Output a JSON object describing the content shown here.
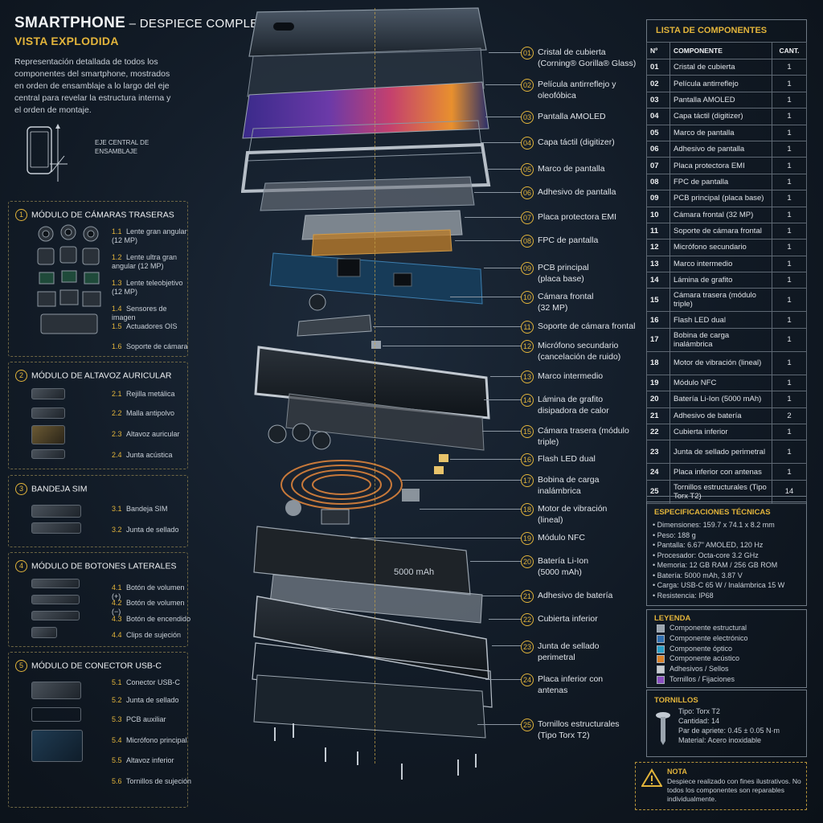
{
  "header": {
    "title_main": "SMARTPHONE",
    "title_rest": " – DESPIECE COMPLETO",
    "subtitle": "VISTA EXPLODIDA",
    "intro": "Representación detallada de todos los componentes del smartphone, mostrados en orden de ensamblaje a lo largo del eje central para revelar la estructura interna y el orden de montaje.",
    "axis_label": "EJE CENTRAL DE ENSAMBLAJE"
  },
  "modules": [
    {
      "num": "1",
      "title": "MÓDULO DE CÁMARAS TRASERAS",
      "items": [
        {
          "n": "1.1",
          "label": "Lente gran angular (12 MP)"
        },
        {
          "n": "1.2",
          "label": "Lente ultra gran angular (12 MP)"
        },
        {
          "n": "1.3",
          "label": "Lente teleobjetivo (12 MP)"
        },
        {
          "n": "1.4",
          "label": "Sensores de imagen"
        },
        {
          "n": "1.5",
          "label": "Actuadores OIS"
        },
        {
          "n": "1.6",
          "label": "Soporte de cámara"
        }
      ]
    },
    {
      "num": "2",
      "title": "MÓDULO DE ALTAVOZ AURICULAR",
      "items": [
        {
          "n": "2.1",
          "label": "Rejilla metálica"
        },
        {
          "n": "2.2",
          "label": "Malla antipolvo"
        },
        {
          "n": "2.3",
          "label": "Altavoz auricular"
        },
        {
          "n": "2.4",
          "label": "Junta acústica"
        }
      ]
    },
    {
      "num": "3",
      "title": "BANDEJA SIM",
      "items": [
        {
          "n": "3.1",
          "label": "Bandeja SIM"
        },
        {
          "n": "3.2",
          "label": "Junta de sellado"
        }
      ]
    },
    {
      "num": "4",
      "title": "MÓDULO DE BOTONES LATERALES",
      "items": [
        {
          "n": "4.1",
          "label": "Botón de volumen (+)"
        },
        {
          "n": "4.2",
          "label": "Botón de volumen (−)"
        },
        {
          "n": "4.3",
          "label": "Botón de encendido"
        },
        {
          "n": "4.4",
          "label": "Clips de sujeción"
        }
      ]
    },
    {
      "num": "5",
      "title": "MÓDULO DE CONECTOR USB-C",
      "items": [
        {
          "n": "5.1",
          "label": "Conector USB-C"
        },
        {
          "n": "5.2",
          "label": "Junta de sellado"
        },
        {
          "n": "5.3",
          "label": "PCB auxiliar"
        },
        {
          "n": "5.4",
          "label": "Micrófono principal"
        },
        {
          "n": "5.5",
          "label": "Altavoz inferior"
        },
        {
          "n": "5.6",
          "label": "Tornillos de sujeción"
        }
      ]
    }
  ],
  "callouts": [
    {
      "n": "01",
      "label": "Cristal de cubierta (Corning® Gorilla® Glass)"
    },
    {
      "n": "02",
      "label": "Película antirreflejo y oleofóbica"
    },
    {
      "n": "03",
      "label": "Pantalla AMOLED"
    },
    {
      "n": "04",
      "label": "Capa táctil (digitizer)"
    },
    {
      "n": "05",
      "label": "Marco de pantalla"
    },
    {
      "n": "06",
      "label": "Adhesivo de pantalla"
    },
    {
      "n": "07",
      "label": "Placa protectora EMI"
    },
    {
      "n": "08",
      "label": "FPC de pantalla"
    },
    {
      "n": "09",
      "label": "PCB principal (placa base)"
    },
    {
      "n": "10",
      "label": "Cámara frontal (32 MP)"
    },
    {
      "n": "11",
      "label": "Soporte de cámara frontal"
    },
    {
      "n": "12",
      "label": "Micrófono secundario (cancelación de ruido)"
    },
    {
      "n": "13",
      "label": "Marco intermedio"
    },
    {
      "n": "14",
      "label": "Lámina de grafito disipadora de calor"
    },
    {
      "n": "15",
      "label": "Cámara trasera (módulo triple)"
    },
    {
      "n": "16",
      "label": "Flash LED dual"
    },
    {
      "n": "17",
      "label": "Bobina de carga inalámbrica"
    },
    {
      "n": "18",
      "label": "Motor de vibración (lineal)"
    },
    {
      "n": "19",
      "label": "Módulo NFC"
    },
    {
      "n": "20",
      "label": "Batería Li-Ion (5000 mAh)"
    },
    {
      "n": "21",
      "label": "Adhesivo de batería"
    },
    {
      "n": "22",
      "label": "Cubierta inferior"
    },
    {
      "n": "23",
      "label": "Junta de sellado perimetral"
    },
    {
      "n": "24",
      "label": "Placa inferior con antenas"
    },
    {
      "n": "25",
      "label": "Tornillos estructurales (Tipo Torx T2)"
    }
  ],
  "battery_text": "5000 mAh",
  "table": {
    "title": "LISTA DE COMPONENTES",
    "headers": [
      "Nº",
      "COMPONENTE",
      "CANT."
    ],
    "rows": [
      {
        "n": "01",
        "name": "Cristal de cubierta",
        "qty": "1"
      },
      {
        "n": "02",
        "name": "Película antirreflejo",
        "qty": "1"
      },
      {
        "n": "03",
        "name": "Pantalla AMOLED",
        "qty": "1"
      },
      {
        "n": "04",
        "name": "Capa táctil (digitizer)",
        "qty": "1"
      },
      {
        "n": "05",
        "name": "Marco de pantalla",
        "qty": "1"
      },
      {
        "n": "06",
        "name": "Adhesivo de pantalla",
        "qty": "1"
      },
      {
        "n": "07",
        "name": "Placa protectora EMI",
        "qty": "1"
      },
      {
        "n": "08",
        "name": "FPC de pantalla",
        "qty": "1"
      },
      {
        "n": "09",
        "name": "PCB principal (placa base)",
        "qty": "1"
      },
      {
        "n": "10",
        "name": "Cámara frontal (32 MP)",
        "qty": "1"
      },
      {
        "n": "11",
        "name": "Soporte de cámara frontal",
        "qty": "1"
      },
      {
        "n": "12",
        "name": "Micrófono secundario",
        "qty": "1"
      },
      {
        "n": "13",
        "name": "Marco intermedio",
        "qty": "1"
      },
      {
        "n": "14",
        "name": "Lámina de grafito",
        "qty": "1"
      },
      {
        "n": "15",
        "name": "Cámara trasera (módulo triple)",
        "qty": "1"
      },
      {
        "n": "16",
        "name": "Flash LED dual",
        "qty": "1"
      },
      {
        "n": "17",
        "name": "Bobina de carga inalámbrica",
        "qty": "1"
      },
      {
        "n": "18",
        "name": "Motor de vibración (lineal)",
        "qty": "1"
      },
      {
        "n": "19",
        "name": "Módulo NFC",
        "qty": "1"
      },
      {
        "n": "20",
        "name": "Batería Li-Ion (5000 mAh)",
        "qty": "1"
      },
      {
        "n": "21",
        "name": "Adhesivo de batería",
        "qty": "2"
      },
      {
        "n": "22",
        "name": "Cubierta inferior",
        "qty": "1"
      },
      {
        "n": "23",
        "name": "Junta de sellado perimetral",
        "qty": "1"
      },
      {
        "n": "24",
        "name": "Placa inferior con antenas",
        "qty": "1"
      },
      {
        "n": "25",
        "name": "Tornillos estructurales (Tipo Torx T2)",
        "qty": "14"
      }
    ]
  },
  "specs": {
    "title": "ESPECIFICACIONES TÉCNICAS",
    "items": [
      "Dimensiones: 159.7 x 74.1 x 8.2 mm",
      "Peso: 188 g",
      "Pantalla: 6.67\" AMOLED, 120 Hz",
      "Procesador: Octa-core 3.2 GHz",
      "Memoria: 12 GB RAM / 256 GB ROM",
      "Batería: 5000 mAh, 3.87 V",
      "Carga: USB-C 65 W / Inalámbrica 15 W",
      "Resistencia: IP68"
    ]
  },
  "legend": {
    "title": "LEYENDA",
    "items": [
      {
        "label": "Componente estructural",
        "color": "#9aa4ae"
      },
      {
        "label": "Componente electrónico",
        "color": "#2f6fb0"
      },
      {
        "label": "Componente óptico",
        "color": "#2aa0c8"
      },
      {
        "label": "Componente acústico",
        "color": "#d9822b"
      },
      {
        "label": "Adhesivos / Sellos",
        "color": "#c8ccd0"
      },
      {
        "label": "Tornillos / Fijaciones",
        "color": "#8a4fc0"
      }
    ]
  },
  "screws": {
    "title": "TORNILLOS",
    "items": [
      "Tipo: Torx T2",
      "Cantidad: 14",
      "Par de apriete: 0.45 ± 0.05 N·m",
      "Material: Acero inoxidable"
    ]
  },
  "note": {
    "title": "NOTA",
    "text": "Despiece realizado con fines ilustrativos. No todos los componentes son reparables individualmente."
  },
  "colors": {
    "accent": "#e2b43b",
    "background": "#111a25"
  }
}
